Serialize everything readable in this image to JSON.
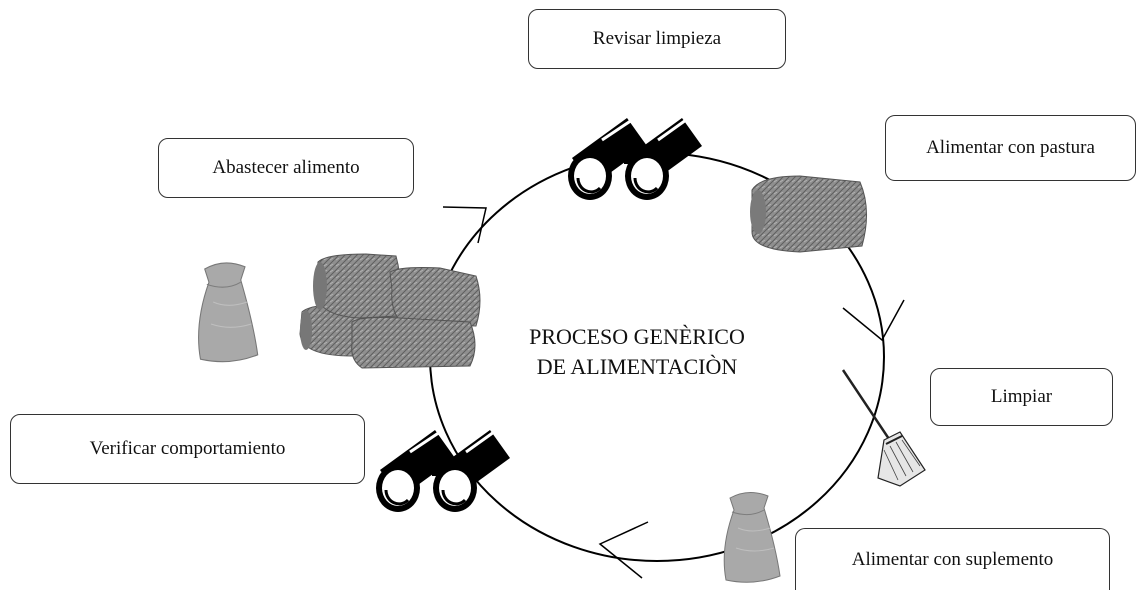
{
  "steps": {
    "revisar_limpieza": "Revisar limpieza",
    "alimentar_pastura": "Alimentar con pastura",
    "limpiar": "Limpiar",
    "alimentar_suplemento": "Alimentar con suplemento",
    "verificar_comportamiento": "Verificar comportamiento",
    "abastecer_alimento": "Abastecer alimento"
  },
  "center": {
    "line1": "PROCESO GENÈRICO",
    "line2": "DE ALIMENTACIÒN"
  },
  "icons": {
    "binoculars_top": "binoculars-icon",
    "hay_bale_right": "hay-bale-icon",
    "broom": "broom-icon",
    "sack_bottom": "feed-sack-icon",
    "binoculars_bottom": "binoculars-icon",
    "sack_left": "feed-sack-icon",
    "hay_bales_left": "hay-bales-icon"
  },
  "colors": {
    "line": "#000000",
    "hay": "#8a8a8a",
    "sack": "#a8a8a8"
  }
}
